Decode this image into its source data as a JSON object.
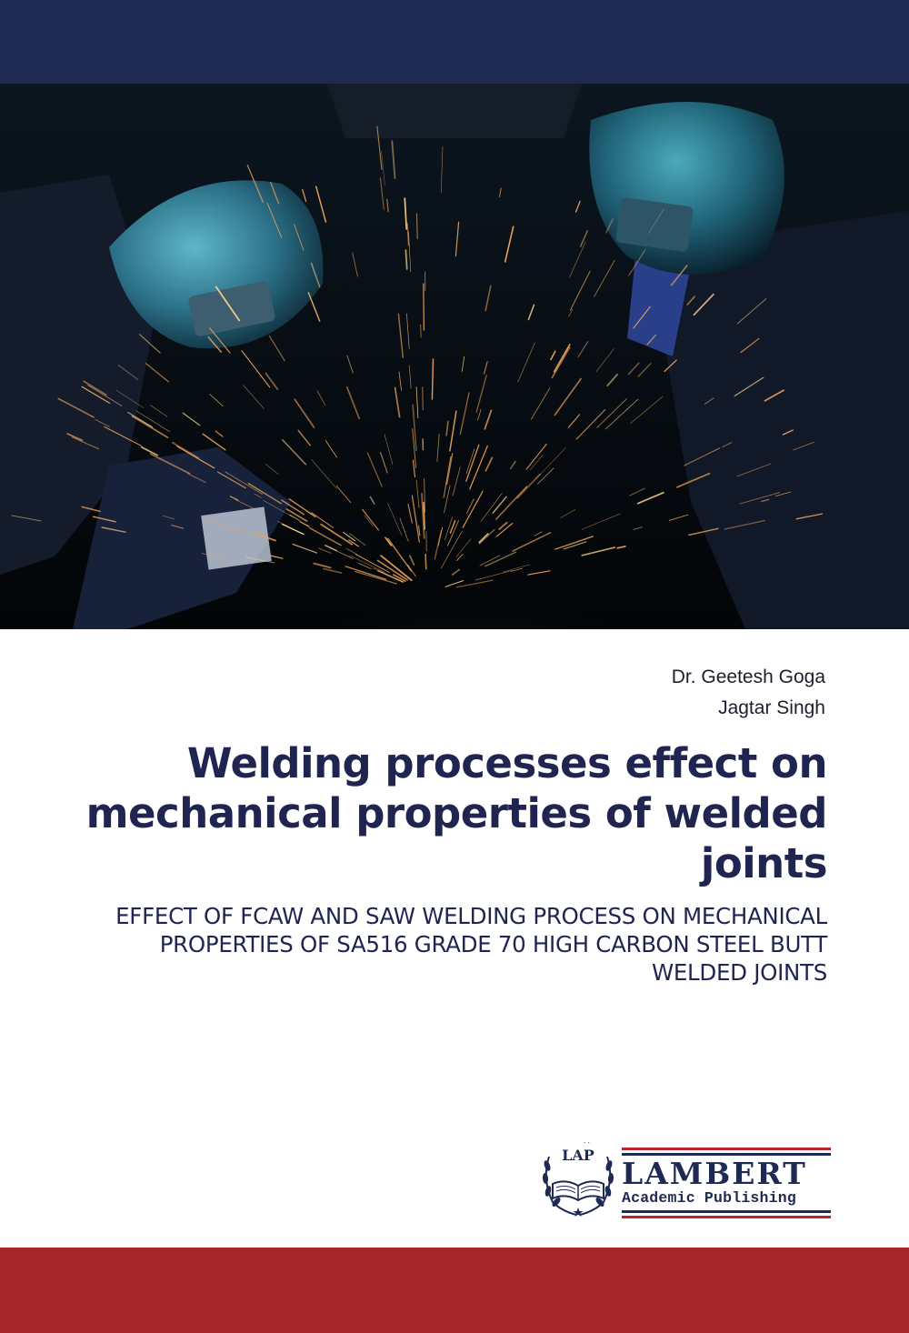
{
  "authors": [
    "Dr. Geetesh Goga",
    "Jagtar Singh"
  ],
  "title": "Welding processes effect on mechanical properties of welded joints",
  "subtitle": "EFFECT OF FCAW AND SAW WELDING PROCESS ON MECHANICAL PROPERTIES OF SA516 GRADE 70 HIGH CARBON STEEL BUTT WELDED JOINTS",
  "publisher": {
    "logo_text": "LAP",
    "name": "LAMBERT",
    "subname": "Academic Publishing"
  },
  "colors": {
    "top_band": "#1f2a52",
    "bottom_band": "#a5272a",
    "title_text": "#1f2550",
    "publisher_red": "#b6262c"
  },
  "icons": [
    "welding-photo",
    "lap-laurel-book-icon"
  ]
}
